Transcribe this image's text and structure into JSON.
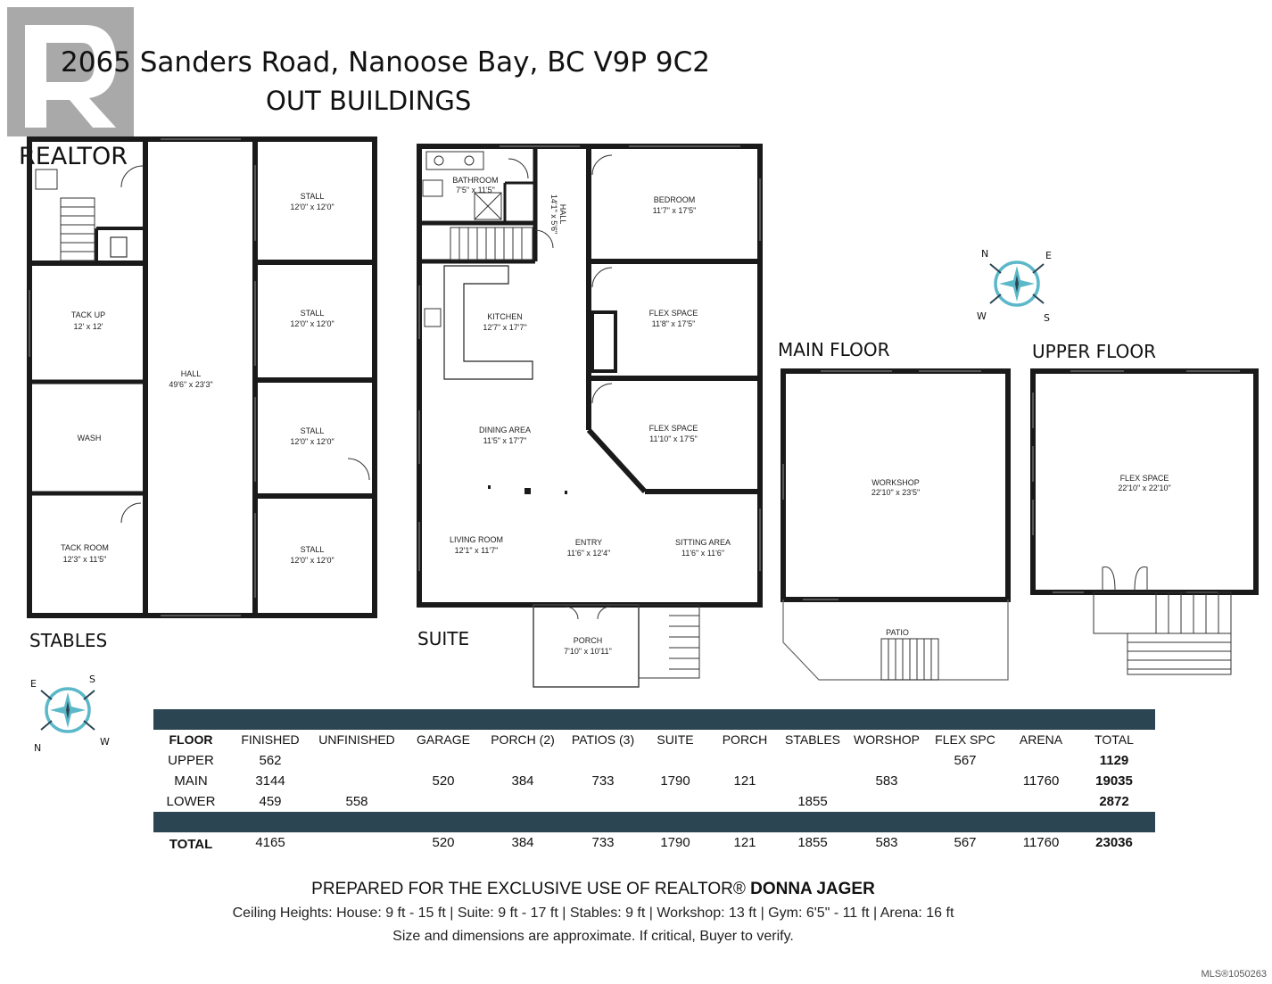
{
  "header": {
    "address": "2065 Sanders Road, Nanoose Bay, BC V9P 9C2",
    "subtitle": "OUT BUILDINGS",
    "logo_text": "REALTOR"
  },
  "sections": {
    "stables": "STABLES",
    "suite": "SUITE",
    "main_floor": "MAIN FLOOR",
    "upper_floor": "UPPER FLOOR"
  },
  "compass": {
    "n": "N",
    "e": "E",
    "s": "S",
    "w": "W",
    "color": "#5bb8c9"
  },
  "rooms": {
    "stables": {
      "tack_up": {
        "name": "TACK UP",
        "dim": "12' x 12'"
      },
      "hall": {
        "name": "HALL",
        "dim": "49'6\" x 23'3\""
      },
      "wash": {
        "name": "WASH",
        "dim": ""
      },
      "tack_room": {
        "name": "TACK ROOM",
        "dim": "12'3\" x 11'5\""
      },
      "stall1": {
        "name": "STALL",
        "dim": "12'0\" x 12'0\""
      },
      "stall2": {
        "name": "STALL",
        "dim": "12'0\" x 12'0\""
      },
      "stall3": {
        "name": "STALL",
        "dim": "12'0\" x 12'0\""
      },
      "stall4": {
        "name": "STALL",
        "dim": "12'0\" x 12'0\""
      }
    },
    "suite": {
      "bathroom": {
        "name": "BATHROOM",
        "dim": "7'5\" x 11'5\""
      },
      "hall": {
        "name": "HALL",
        "dim": "14'1\" x 5'6\""
      },
      "bedroom": {
        "name": "BEDROOM",
        "dim": "11'7\" x 17'5\""
      },
      "kitchen": {
        "name": "KITCHEN",
        "dim": "12'7\" x 17'7\""
      },
      "flex1": {
        "name": "FLEX SPACE",
        "dim": "11'8\" x 17'5\""
      },
      "dining": {
        "name": "DINING AREA",
        "dim": "11'5\" x 17'7\""
      },
      "flex2": {
        "name": "FLEX SPACE",
        "dim": "11'10\" x 17'5\""
      },
      "living": {
        "name": "LIVING ROOM",
        "dim": "12'1\" x 11'7\""
      },
      "entry": {
        "name": "ENTRY",
        "dim": "11'6\" x 12'4\""
      },
      "sitting": {
        "name": "SITTING AREA",
        "dim": "11'6\" x 11'6\""
      },
      "porch": {
        "name": "PORCH",
        "dim": "7'10\" x 10'11\""
      }
    },
    "workshop": {
      "name": "WORKSHOP",
      "dim": "22'10\" x 23'5\""
    },
    "patio": {
      "name": "PATIO",
      "dim": ""
    },
    "flex_upper": {
      "name": "FLEX SPACE",
      "dim": "22'10\" x 22'10\""
    }
  },
  "table": {
    "headers": [
      "FLOOR",
      "FINISHED",
      "UNFINISHED",
      "GARAGE",
      "PORCH (2)",
      "PATIOS (3)",
      "SUITE",
      "PORCH",
      "STABLES",
      "WORSHOP",
      "FLEX SPC",
      "ARENA",
      "TOTAL"
    ],
    "rows": [
      [
        "UPPER",
        "562",
        "",
        "",
        "",
        "",
        "",
        "",
        "",
        "",
        "567",
        "",
        "1129"
      ],
      [
        "MAIN",
        "3144",
        "",
        "520",
        "384",
        "733",
        "1790",
        "121",
        "",
        "583",
        "",
        "11760",
        "19035"
      ],
      [
        "LOWER",
        "459",
        "558",
        "",
        "",
        "",
        "",
        "",
        "1855",
        "",
        "",
        "",
        "2872"
      ]
    ],
    "total": [
      "TOTAL",
      "4165",
      "",
      "520",
      "384",
      "733",
      "1790",
      "121",
      "1855",
      "583",
      "567",
      "11760",
      "23036"
    ],
    "band_color": "#2b4552"
  },
  "footer": {
    "prepared": "PREPARED FOR THE EXCLUSIVE USE OF REALTOR®",
    "realtor_name": "DONNA JAGER",
    "ceiling": "Ceiling Heights: House: 9 ft - 15 ft | Suite: 9 ft - 17 ft | Stables: 9 ft | Workshop: 13 ft | Gym: 6'5\" - 11 ft | Arena: 16 ft",
    "disclaimer": "Size and dimensions are approximate. If critical, Buyer to verify.",
    "mls": "MLS®1050263"
  }
}
